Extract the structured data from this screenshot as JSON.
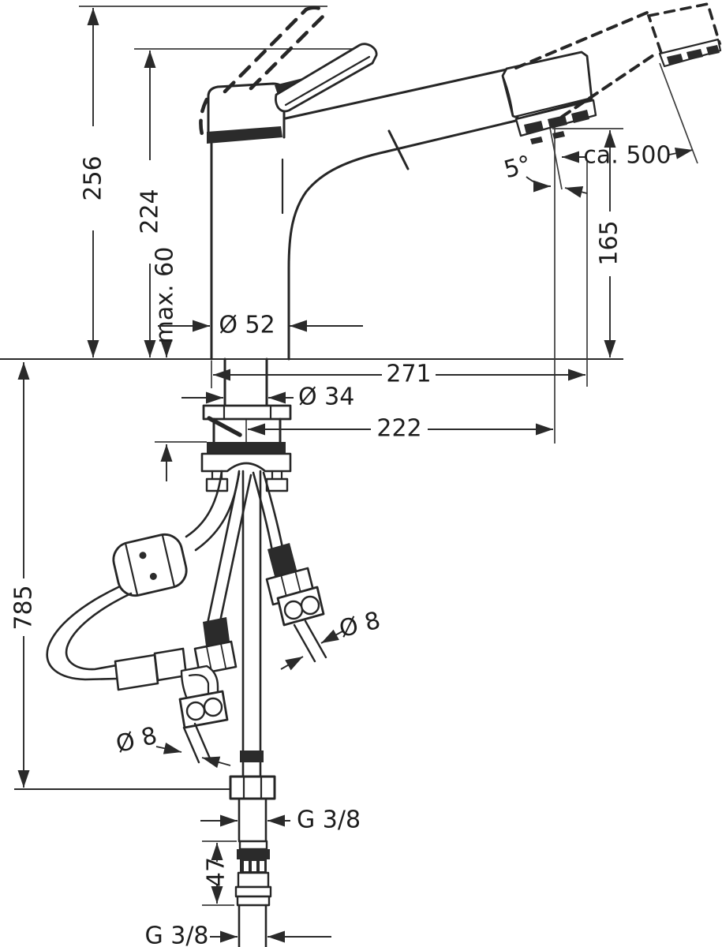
{
  "style": {
    "background": "#ffffff",
    "line_color": "#262626",
    "dimension_text_color": "#1d1d1d"
  },
  "dimensions": {
    "overall_height": "256",
    "lever_height": "224",
    "max_mounting_thickness": "max. 60",
    "body_diameter": "Ø 52",
    "overall_projection": "271",
    "shank_diameter": "Ø 34",
    "spout_projection": "222",
    "underdeck_hose_length": "785",
    "pullout_range": "ca. 500",
    "spray_angle": "5°",
    "spout_outlet_height": "165",
    "hose_diameter_right": "Ø 8",
    "hose_diameter_left": "Ø 8",
    "thread_upper": "G 3/8",
    "adapter_length": "47",
    "thread_lower": "G 3/8"
  }
}
